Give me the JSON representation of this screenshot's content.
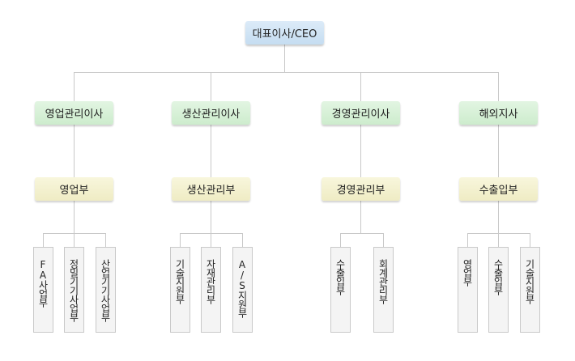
{
  "ceo": {
    "label": "대표이사/CEO"
  },
  "executives": [
    {
      "label": "영업관리이사"
    },
    {
      "label": "생산관리이사"
    },
    {
      "label": "경영관리이사"
    },
    {
      "label": "해외지사"
    }
  ],
  "departments": [
    {
      "label": "영업부"
    },
    {
      "label": "생산관리부"
    },
    {
      "label": "경영관리부"
    },
    {
      "label": "수출입부"
    }
  ],
  "teams": [
    [
      {
        "label": "FA사업부"
      },
      {
        "label": "정밀기기사업부"
      },
      {
        "label": "산업기기사업부"
      }
    ],
    [
      {
        "label": "기술지원부"
      },
      {
        "label": "자재관리부"
      },
      {
        "label": "A/S지원부"
      }
    ],
    [
      {
        "label": "수출입부"
      },
      {
        "label": "회계관리부"
      }
    ],
    [
      {
        "label": "영업부"
      },
      {
        "label": "수출입부"
      },
      {
        "label": "기술지원부"
      }
    ]
  ]
}
